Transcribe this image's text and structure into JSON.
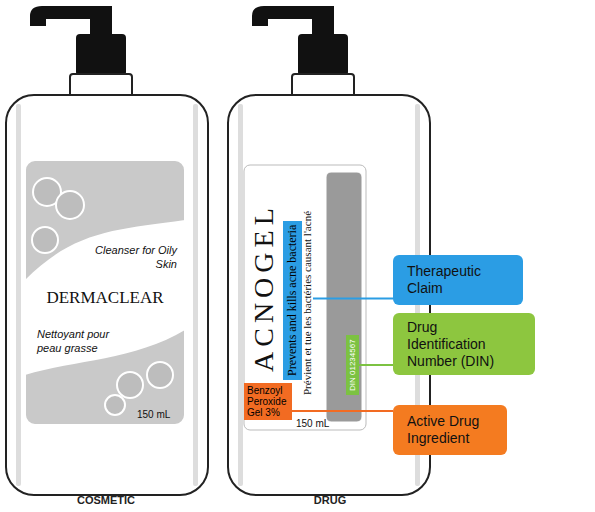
{
  "diagram": {
    "nodes": [
      {
        "text": [
          "Cleanser for Oily Skin",
          "DERMACLEAR",
          "Nettoyant pour peau grasse",
          "150 mL"
        ]
      },
      {
        "text": [
          "ACNOGEL",
          "Prévient et tue les bactéries causant l'acné",
          "150 mL"
        ]
      },
      {
        "text": [
          "Prevents and kills acne bacteria"
        ],
        "in": 1
      },
      {
        "text": [
          "DIN 01234567"
        ],
        "in": 1
      },
      {
        "text": [
          "Benzoyl Peroxide Gel 3%"
        ],
        "in": 1
      },
      {
        "text": [
          "Therapeutic Claim"
        ]
      },
      {
        "text": [
          "Drug Identification Number (DIN)"
        ]
      },
      {
        "text": [
          "Active Drug Ingredient"
        ]
      }
    ],
    "edges": [
      {
        "from": 2,
        "to": 5,
        "arrow": "none"
      },
      {
        "from": 3,
        "to": 6,
        "arrow": "none"
      },
      {
        "from": 4,
        "to": 7,
        "arrow": "none"
      }
    ],
    "labels": [
      "COSMETIC",
      "DRUG"
    ]
  }
}
